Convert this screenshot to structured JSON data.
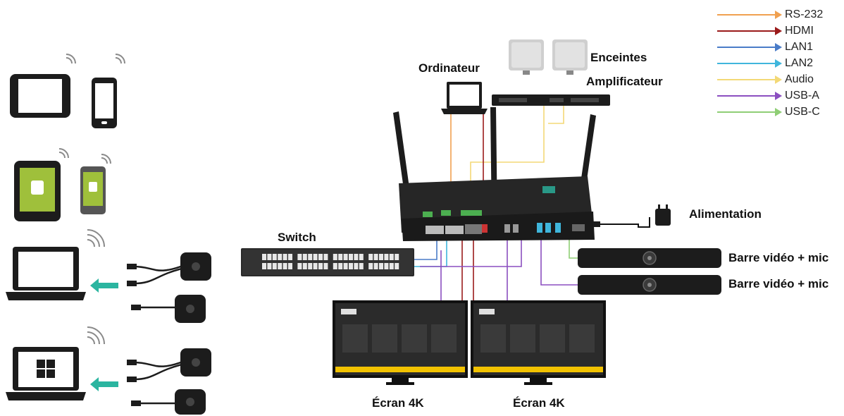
{
  "labels": {
    "ordinateur": "Ordinateur",
    "enceintes": "Enceintes",
    "amplificateur": "Amplificateur",
    "alimentation": "Alimentation",
    "switch": "Switch",
    "barre1": "Barre vidéo + mic",
    "barre2": "Barre vidéo + mic",
    "ecran1": "Écran 4K",
    "ecran2": "Écran 4K"
  },
  "legend": [
    {
      "label": "RS-232",
      "color": "#f0a050"
    },
    {
      "label": "HDMI",
      "color": "#9b1b1b"
    },
    {
      "label": "LAN1",
      "color": "#4a7cc8"
    },
    {
      "label": "LAN2",
      "color": "#3fb6dc"
    },
    {
      "label": "Audio",
      "color": "#f3d977"
    },
    {
      "label": "USB-A",
      "color": "#8b4fc0"
    },
    {
      "label": "USB-C",
      "color": "#8fce75"
    }
  ],
  "colors": {
    "device_dark": "#1c1c1c",
    "screen_bg": "#2b2b2b",
    "accent_teal": "#2bb5a0",
    "accent_yellow": "#f2c200",
    "android_green": "#9fc03b"
  }
}
